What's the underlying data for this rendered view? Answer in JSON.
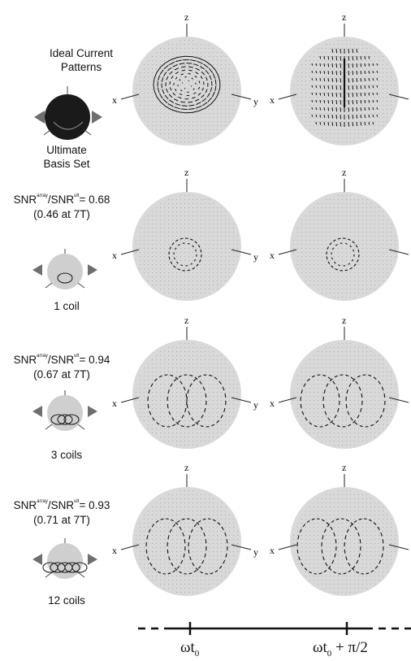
{
  "header": {
    "title_line1": "Ideal Current",
    "title_line2": "Patterns",
    "basis_line1": "Ultimate",
    "basis_line2": "Basis Set"
  },
  "rows": [
    {
      "snr_prefix": "SNR",
      "snr_sup1": "array",
      "snr_mid": "/SNR",
      "snr_sup2": "ult",
      "snr_value": "= 0.68",
      "field_note": "(0.46 at 7T)",
      "coil_label": "1 coil"
    },
    {
      "snr_prefix": "SNR",
      "snr_sup1": "array",
      "snr_mid": "/SNR",
      "snr_sup2": "ult",
      "snr_value": "= 0.94",
      "field_note": "(0.67 at 7T)",
      "coil_label": "3 coils"
    },
    {
      "snr_prefix": "SNR",
      "snr_sup1": "array",
      "snr_mid": "/SNR",
      "snr_sup2": "ult",
      "snr_value": "= 0.93",
      "field_note": "(0.71 at 7T)",
      "coil_label": "12 coils"
    }
  ],
  "axes": {
    "x": "x",
    "y": "y",
    "z": "z"
  },
  "timeline": {
    "t1": "ωt",
    "t1_sub": "0",
    "t2": "ωt",
    "t2_sub": "0",
    "t2_suffix": " + π/2"
  },
  "colors": {
    "sphere_fill": "#d9d9d9",
    "sphere_dots": "#a9a9a9",
    "current_arrows": "#111111",
    "icon_sphere_dark": "#1a1a1a",
    "icon_coil_sphere": "#cfcfcf",
    "wedge": "#6e6e6e"
  }
}
